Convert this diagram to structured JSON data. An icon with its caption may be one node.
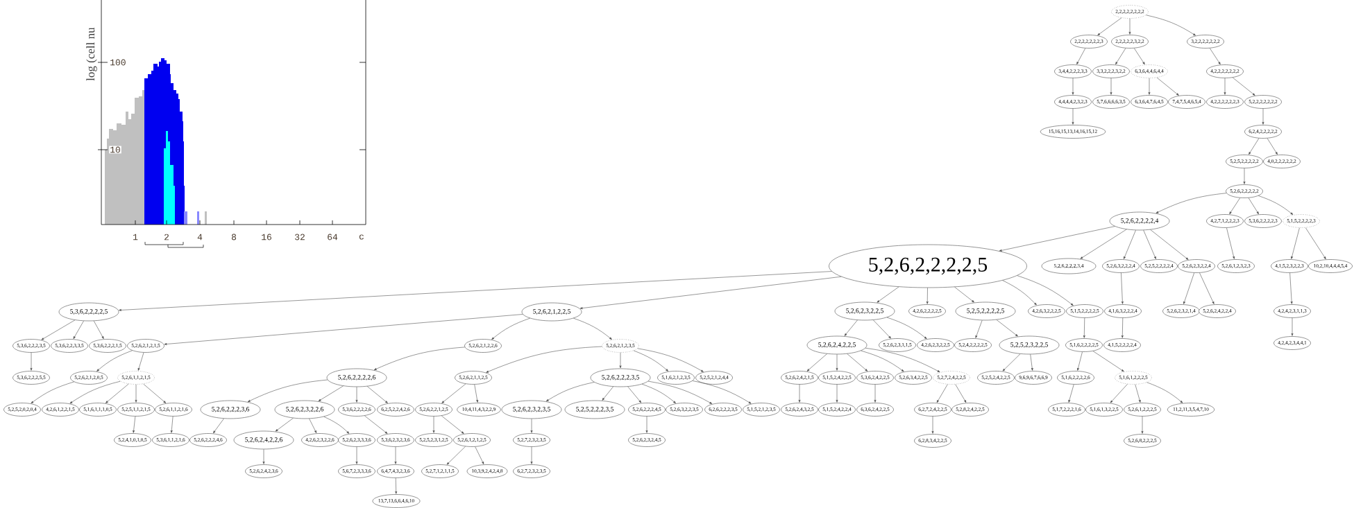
{
  "diagram": {
    "nodes": [
      {
        "text": [
          "2,2,2,2,2,2,2,2"
        ]
      },
      {
        "text": [
          "2,2,2,2,2,2,2,3"
        ]
      },
      {
        "text": [
          "2,2,2,2,2,3,2,2"
        ]
      },
      {
        "text": [
          "3,2,2,2,2,2,2,2"
        ]
      },
      {
        "text": [
          "3,4,4,2,2,2,3,3"
        ]
      },
      {
        "text": [
          "3,3,2,2,2,3,2,2"
        ]
      },
      {
        "text": [
          "6,3,6,4,4,6,4,4"
        ]
      },
      {
        "text": [
          "4,2,2,2,2,2,2,2"
        ]
      },
      {
        "text": [
          "4,4,4,4,2,3,2,3"
        ]
      },
      {
        "text": [
          "5,7,6,6,6,6,3,5"
        ]
      },
      {
        "text": [
          "6,3,6,4,7,6,4,5"
        ]
      },
      {
        "text": [
          "7,4,7,5,4,6,5,4"
        ]
      },
      {
        "text": [
          "4,2,2,2,2,2,2,3"
        ]
      },
      {
        "text": [
          "5,2,2,2,2,2,2,2"
        ]
      },
      {
        "text": [
          "15,16,15,13,14,16,15,12"
        ]
      },
      {
        "text": [
          "6,2,4,2,2,2,2,2"
        ]
      },
      {
        "text": [
          "5,2,5,2,2,2,2,2"
        ]
      },
      {
        "text": [
          "4,0,2,2,2,2,2,2"
        ]
      },
      {
        "text": [
          "5,2,6,2,2,2,2,2"
        ]
      },
      {
        "text": [
          "5,2,6,2,2,2,2,4"
        ]
      },
      {
        "text": [
          "4,2,7,1,2,2,2,3"
        ]
      },
      {
        "text": [
          "5,3,6,2,2,2,2,3"
        ]
      },
      {
        "text": [
          "5,1,5,2,2,2,2,3"
        ]
      },
      {
        "text": [
          "5,2,6,2,2,2,2,5"
        ]
      },
      {
        "text": [
          "5,2,6,2,2,2,3,4"
        ]
      },
      {
        "text": [
          "5,2,6,3,2,2,2,4"
        ]
      },
      {
        "text": [
          "5,2,5,2,2,2,2,4"
        ]
      },
      {
        "text": [
          "5,2,6,2,3,2,2,4"
        ]
      },
      {
        "text": [
          "5,2,6,1,2,3,2,3"
        ]
      },
      {
        "text": [
          "4,1,5,2,3,2,2,3"
        ]
      },
      {
        "text": [
          "10,2,10,4,4,4,5,4"
        ]
      },
      {
        "text": [
          "5,3,6,2,2,2,2,5"
        ]
      },
      {
        "text": [
          "5,2,6,2,1,2,2,5"
        ]
      },
      {
        "text": [
          "5,2,6,2,3,2,2,5"
        ]
      },
      {
        "text": [
          "4,2,6,2,2,2,2,5"
        ]
      },
      {
        "text": [
          "5,2,5,2,2,2,2,5"
        ]
      },
      {
        "text": [
          "4,2,6,3,2,2,2,5"
        ]
      },
      {
        "text": [
          "5,1,5,2,2,2,2,5"
        ]
      },
      {
        "text": [
          "4,1,6,3,2,2,2,4"
        ]
      },
      {
        "text": [
          "5,2,6,2,3,2,1,4"
        ]
      },
      {
        "text": [
          "5,2,6,2,4,2,2,4"
        ]
      },
      {
        "text": [
          "4,2,4,2,3,1,1,3"
        ]
      },
      {
        "text": [
          "5,3,6,2,2,2,3,5"
        ]
      },
      {
        "text": [
          "5,3,6,2,2,3,3,5"
        ]
      },
      {
        "text": [
          "5,3,6,2,2,2,1,5"
        ]
      },
      {
        "text": [
          "5,2,6,2,1,2,1,5"
        ]
      },
      {
        "text": [
          "5,2,6,2,1,2,2,6"
        ]
      },
      {
        "text": [
          "5,2,6,2,1,2,3,5"
        ]
      },
      {
        "text": [
          "5,2,6,2,4,2,2,5"
        ]
      },
      {
        "text": [
          "5,2,6,2,3,1,1,5"
        ]
      },
      {
        "text": [
          "4,2,6,2,3,2,2,5"
        ]
      },
      {
        "text": [
          "5,2,4,2,2,2,2,5"
        ]
      },
      {
        "text": [
          "5,2,5,2,3,2,2,5"
        ]
      },
      {
        "text": [
          "5,1,6,2,2,2,2,5"
        ]
      },
      {
        "text": [
          "4,1,5,2,2,2,2,4"
        ]
      },
      {
        "text": [
          "4,2,4,2,3,4,4,1"
        ]
      },
      {
        "text": [
          "5,3,6,2,2,2,5,5"
        ]
      },
      {
        "text": [
          "5,2,6,2,1,2,0,5"
        ]
      },
      {
        "text": [
          "5,2,6,1,1,2,1,5"
        ]
      },
      {
        "text": [
          "5,2,6,2,2,2,2,6"
        ]
      },
      {
        "text": [
          "5,2,6,2,1,1,2,5"
        ]
      },
      {
        "text": [
          "5,2,6,2,2,2,3,5"
        ]
      },
      {
        "text": [
          "5,1,6,2,1,2,3,5"
        ]
      },
      {
        "text": [
          "5,2,5,2,1,2,4,4"
        ]
      },
      {
        "text": [
          "5,2,6,2,4,2,1,5"
        ]
      },
      {
        "text": [
          "5,1,5,2,4,2,2,5"
        ]
      },
      {
        "text": [
          "5,3,6,2,4,2,2,5"
        ]
      },
      {
        "text": [
          "5,2,6,3,4,2,2,5"
        ]
      },
      {
        "text": [
          "5,2,7,2,4,2,2,5"
        ]
      },
      {
        "text": [
          "5,2,5,2,4,2,2,5"
        ]
      },
      {
        "text": [
          "9,6,9,6,7,6,6,9"
        ]
      },
      {
        "text": [
          "5,1,6,2,2,2,2,6"
        ]
      },
      {
        "text": [
          "5,1,6,1,2,2,2,5"
        ]
      },
      {
        "text": [
          "5,2,5,2,0,2,0,4"
        ]
      },
      {
        "text": [
          "4,2,6,1,2,2,1,5"
        ]
      },
      {
        "text": [
          "5,1,6,1,1,1,0,5"
        ]
      },
      {
        "text": [
          "5,2,5,1,1,2,1,5"
        ]
      },
      {
        "text": [
          "5,2,6,1,1,2,1,6"
        ]
      },
      {
        "text": [
          "5,2,6,2,2,2,3,6"
        ]
      },
      {
        "text": [
          "5,2,6,2,3,2,2,6"
        ]
      },
      {
        "text": [
          "5,3,6,2,2,2,2,6"
        ]
      },
      {
        "text": [
          "6,2,5,2,2,4,2,6"
        ]
      },
      {
        "text": [
          "5,2,6,2,2,1,2,5"
        ]
      },
      {
        "text": [
          "10,4,11,4,3,2,2,9"
        ]
      },
      {
        "text": [
          "5,2,6,2,3,2,3,5"
        ]
      },
      {
        "text": [
          "5,2,5,2,2,2,3,5"
        ]
      },
      {
        "text": [
          "5,2,6,2,2,2,4,5"
        ]
      },
      {
        "text": [
          "5,2,6,3,2,2,3,5"
        ]
      },
      {
        "text": [
          "6,2,6,2,2,2,3,5"
        ]
      },
      {
        "text": [
          "5,1,5,2,1,2,3,5"
        ]
      },
      {
        "text": [
          "5,2,6,2,4,3,2,5"
        ]
      },
      {
        "text": [
          "5,1,5,2,4,2,2,4"
        ]
      },
      {
        "text": [
          "6,3,6,2,4,2,2,5"
        ]
      },
      {
        "text": [
          "6,2,7,2,4,2,2,5"
        ]
      },
      {
        "text": [
          "5,2,8,2,4,2,2,5"
        ]
      },
      {
        "text": [
          "5,1,7,2,2,2,1,6"
        ]
      },
      {
        "text": [
          "5,1,6,1,3,2,2,5"
        ]
      },
      {
        "text": [
          "5,2,6,1,2,2,2,5"
        ]
      },
      {
        "text": [
          "11,2,11,3,5,4,7,10"
        ]
      },
      {
        "text": [
          "5,2,4,1,0,1,0,5"
        ]
      },
      {
        "text": [
          "5,3,6,1,1,2,1,6"
        ]
      },
      {
        "text": [
          "5,2,6,2,2,2,4,6"
        ]
      },
      {
        "text": [
          "5,2,6,2,4,2,2,6"
        ]
      },
      {
        "text": [
          "4,2,6,2,3,2,2,6"
        ]
      },
      {
        "text": [
          "5,2,6,2,3,3,3,6"
        ]
      },
      {
        "text": [
          "5,3,6,2,3,2,3,6"
        ]
      },
      {
        "text": [
          "5,2,5,2,3,1,2,5"
        ]
      },
      {
        "text": [
          "5,2,6,1,2,1,2,5"
        ]
      },
      {
        "text": [
          "5,2,7,2,3,2,3,5"
        ]
      },
      {
        "text": [
          "5,2,6,2,3,2,4,5"
        ]
      },
      {
        "text": [
          "6,2,8,3,4,2,2,5"
        ]
      },
      {
        "text": [
          "5,2,6,8,2,2,2,5"
        ]
      },
      {
        "text": [
          "5,2,6,2,4,2,3,6"
        ]
      },
      {
        "text": [
          "5,6,7,2,3,3,3,6"
        ]
      },
      {
        "text": [
          "6,4,7,4,3,2,3,6"
        ]
      },
      {
        "text": [
          "5,2,7,1,2,1,1,5"
        ]
      },
      {
        "text": [
          "10,3,9,2,4,2,4,8"
        ]
      },
      {
        "text": [
          "6,2,7,2,3,2,3,5"
        ]
      },
      {
        "text": [
          "13,7,13,6,6,4,6,10"
        ]
      }
    ],
    "edges": [
      {
        "from": 0,
        "to": 1,
        "arrow": "to"
      },
      {
        "from": 0,
        "to": 2,
        "arrow": "to"
      },
      {
        "from": 0,
        "to": 3,
        "arrow": "to"
      },
      {
        "from": 1,
        "to": 4,
        "arrow": "to"
      },
      {
        "from": 2,
        "to": 5,
        "arrow": "to"
      },
      {
        "from": 2,
        "to": 6,
        "arrow": "to"
      },
      {
        "from": 3,
        "to": 7,
        "arrow": "to"
      },
      {
        "from": 4,
        "to": 8,
        "arrow": "to"
      },
      {
        "from": 5,
        "to": 9,
        "arrow": "to"
      },
      {
        "from": 6,
        "to": 10,
        "arrow": "to"
      },
      {
        "from": 6,
        "to": 11,
        "arrow": "to"
      },
      {
        "from": 7,
        "to": 12,
        "arrow": "to"
      },
      {
        "from": 7,
        "to": 13,
        "arrow": "to"
      },
      {
        "from": 8,
        "to": 14,
        "arrow": "to"
      },
      {
        "from": 13,
        "to": 15,
        "arrow": "to"
      },
      {
        "from": 15,
        "to": 16,
        "arrow": "to"
      },
      {
        "from": 15,
        "to": 17,
        "arrow": "to"
      },
      {
        "from": 16,
        "to": 18,
        "arrow": "to"
      },
      {
        "from": 18,
        "to": 19,
        "arrow": "to"
      },
      {
        "from": 18,
        "to": 20,
        "arrow": "to"
      },
      {
        "from": 18,
        "to": 21,
        "arrow": "to"
      },
      {
        "from": 18,
        "to": 22,
        "arrow": "to"
      },
      {
        "from": 19,
        "to": 23,
        "arrow": "to"
      },
      {
        "from": 19,
        "to": 24,
        "arrow": "to"
      },
      {
        "from": 19,
        "to": 25,
        "arrow": "to"
      },
      {
        "from": 19,
        "to": 26,
        "arrow": "to"
      },
      {
        "from": 19,
        "to": 27,
        "arrow": "to"
      },
      {
        "from": 20,
        "to": 28,
        "arrow": "to"
      },
      {
        "from": 22,
        "to": 29,
        "arrow": "to"
      },
      {
        "from": 22,
        "to": 30,
        "arrow": "to"
      },
      {
        "from": 23,
        "to": 31,
        "arrow": "to"
      },
      {
        "from": 23,
        "to": 32,
        "arrow": "to"
      },
      {
        "from": 23,
        "to": 33,
        "arrow": "to"
      },
      {
        "from": 23,
        "to": 34,
        "arrow": "to"
      },
      {
        "from": 23,
        "to": 35,
        "arrow": "to"
      },
      {
        "from": 23,
        "to": 36,
        "arrow": "to"
      },
      {
        "from": 23,
        "to": 37,
        "arrow": "to"
      },
      {
        "from": 25,
        "to": 38,
        "arrow": "to"
      },
      {
        "from": 27,
        "to": 39,
        "arrow": "to"
      },
      {
        "from": 27,
        "to": 40,
        "arrow": "to"
      },
      {
        "from": 29,
        "to": 41,
        "arrow": "to"
      },
      {
        "from": 31,
        "to": 42,
        "arrow": "to"
      },
      {
        "from": 31,
        "to": 43,
        "arrow": "to"
      },
      {
        "from": 31,
        "to": 44,
        "arrow": "to"
      },
      {
        "from": 32,
        "to": 45,
        "arrow": "to"
      },
      {
        "from": 32,
        "to": 46,
        "arrow": "to"
      },
      {
        "from": 32,
        "to": 47,
        "arrow": "to"
      },
      {
        "from": 33,
        "to": 48,
        "arrow": "to"
      },
      {
        "from": 33,
        "to": 49,
        "arrow": "to"
      },
      {
        "from": 33,
        "to": 50,
        "arrow": "to"
      },
      {
        "from": 35,
        "to": 51,
        "arrow": "to"
      },
      {
        "from": 35,
        "to": 52,
        "arrow": "to"
      },
      {
        "from": 37,
        "to": 53,
        "arrow": "to"
      },
      {
        "from": 38,
        "to": 54,
        "arrow": "to"
      },
      {
        "from": 41,
        "to": 55,
        "arrow": "to"
      },
      {
        "from": 42,
        "to": 56,
        "arrow": "to"
      },
      {
        "from": 45,
        "to": 57,
        "arrow": "to"
      },
      {
        "from": 45,
        "to": 58,
        "arrow": "to"
      },
      {
        "from": 46,
        "to": 59,
        "arrow": "to"
      },
      {
        "from": 47,
        "to": 60,
        "arrow": "to"
      },
      {
        "from": 47,
        "to": 61,
        "arrow": "to"
      },
      {
        "from": 47,
        "to": 62,
        "arrow": "to"
      },
      {
        "from": 47,
        "to": 63,
        "arrow": "to"
      },
      {
        "from": 48,
        "to": 64,
        "arrow": "to"
      },
      {
        "from": 48,
        "to": 65,
        "arrow": "to"
      },
      {
        "from": 48,
        "to": 66,
        "arrow": "to"
      },
      {
        "from": 48,
        "to": 67,
        "arrow": "to"
      },
      {
        "from": 48,
        "to": 68,
        "arrow": "to"
      },
      {
        "from": 52,
        "to": 69,
        "arrow": "to"
      },
      {
        "from": 52,
        "to": 70,
        "arrow": "to"
      },
      {
        "from": 53,
        "to": 71,
        "arrow": "to"
      },
      {
        "from": 53,
        "to": 72,
        "arrow": "to"
      },
      {
        "from": 57,
        "to": 73,
        "arrow": "to"
      },
      {
        "from": 58,
        "to": 74,
        "arrow": "to"
      },
      {
        "from": 58,
        "to": 75,
        "arrow": "to"
      },
      {
        "from": 58,
        "to": 76,
        "arrow": "to"
      },
      {
        "from": 58,
        "to": 77,
        "arrow": "to"
      },
      {
        "from": 59,
        "to": 78,
        "arrow": "to"
      },
      {
        "from": 59,
        "to": 79,
        "arrow": "to"
      },
      {
        "from": 59,
        "to": 80,
        "arrow": "to"
      },
      {
        "from": 59,
        "to": 81,
        "arrow": "to"
      },
      {
        "from": 60,
        "to": 82,
        "arrow": "to"
      },
      {
        "from": 60,
        "to": 83,
        "arrow": "to"
      },
      {
        "from": 61,
        "to": 84,
        "arrow": "to"
      },
      {
        "from": 61,
        "to": 85,
        "arrow": "to"
      },
      {
        "from": 61,
        "to": 86,
        "arrow": "to"
      },
      {
        "from": 61,
        "to": 87,
        "arrow": "to"
      },
      {
        "from": 61,
        "to": 88,
        "arrow": "to"
      },
      {
        "from": 62,
        "to": 89,
        "arrow": "to"
      },
      {
        "from": 64,
        "to": 90,
        "arrow": "to"
      },
      {
        "from": 65,
        "to": 91,
        "arrow": "to"
      },
      {
        "from": 66,
        "to": 92,
        "arrow": "to"
      },
      {
        "from": 68,
        "to": 93,
        "arrow": "to"
      },
      {
        "from": 68,
        "to": 94,
        "arrow": "to"
      },
      {
        "from": 71,
        "to": 95,
        "arrow": "to"
      },
      {
        "from": 72,
        "to": 96,
        "arrow": "to"
      },
      {
        "from": 72,
        "to": 97,
        "arrow": "to"
      },
      {
        "from": 72,
        "to": 98,
        "arrow": "to"
      },
      {
        "from": 76,
        "to": 99,
        "arrow": "to"
      },
      {
        "from": 77,
        "to": 100,
        "arrow": "to"
      },
      {
        "from": 78,
        "to": 101,
        "arrow": "to"
      },
      {
        "from": 79,
        "to": 102,
        "arrow": "to"
      },
      {
        "from": 79,
        "to": 103,
        "arrow": "to"
      },
      {
        "from": 79,
        "to": 104,
        "arrow": "to"
      },
      {
        "from": 80,
        "to": 105,
        "arrow": "to"
      },
      {
        "from": 82,
        "to": 106,
        "arrow": "to"
      },
      {
        "from": 82,
        "to": 107,
        "arrow": "to"
      },
      {
        "from": 84,
        "to": 108,
        "arrow": "to"
      },
      {
        "from": 86,
        "to": 109,
        "arrow": "to"
      },
      {
        "from": 93,
        "to": 110,
        "arrow": "to"
      },
      {
        "from": 97,
        "to": 111,
        "arrow": "to"
      },
      {
        "from": 102,
        "to": 112,
        "arrow": "to"
      },
      {
        "from": 104,
        "to": 113,
        "arrow": "to"
      },
      {
        "from": 105,
        "to": 114,
        "arrow": "to"
      },
      {
        "from": 107,
        "to": 115,
        "arrow": "to"
      },
      {
        "from": 107,
        "to": 116,
        "arrow": "to"
      },
      {
        "from": 108,
        "to": 117,
        "arrow": "to"
      },
      {
        "from": 114,
        "to": 118,
        "arrow": "to"
      }
    ],
    "labels": [
      "log (cell nu",
      "100",
      "10",
      "1",
      "2",
      "4",
      "8",
      "16",
      "32",
      "64",
      "c"
    ]
  }
}
